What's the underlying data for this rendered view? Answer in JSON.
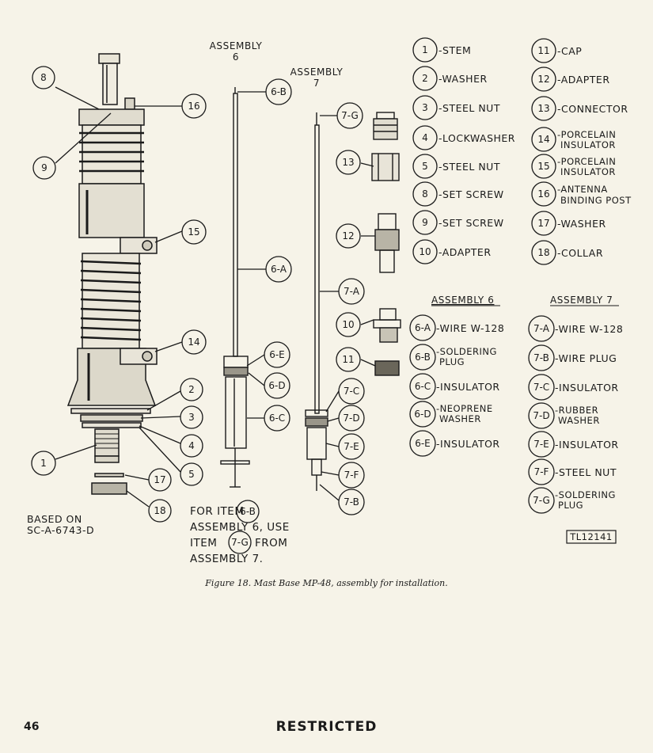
{
  "parts_list": {
    "left": [
      {
        "num": "1",
        "name": "-STEM"
      },
      {
        "num": "2",
        "name": "-WASHER"
      },
      {
        "num": "3",
        "name": "-STEEL NUT"
      },
      {
        "num": "4",
        "name": "-LOCKWASHER"
      },
      {
        "num": "5",
        "name": "-STEEL NUT"
      },
      {
        "num": "8",
        "name": "-SET SCREW"
      },
      {
        "num": "9",
        "name": "-SET SCREW"
      },
      {
        "num": "10",
        "name": "-ADAPTER"
      }
    ],
    "right": [
      {
        "num": "11",
        "name": "-CAP"
      },
      {
        "num": "12",
        "name": "-ADAPTER"
      },
      {
        "num": "13",
        "name": "-CONNECTOR"
      },
      {
        "num": "14",
        "name": "-PORCELAIN",
        "name2": "INSULATOR"
      },
      {
        "num": "15",
        "name": "-PORCELAIN",
        "name2": "INSULATOR"
      },
      {
        "num": "16",
        "name": "-ANTENNA",
        "name2": "BINDING POST"
      },
      {
        "num": "17",
        "name": "-WASHER"
      },
      {
        "num": "18",
        "name": "-COLLAR"
      }
    ]
  },
  "assembly6": {
    "heading": "ASSEMBLY 6",
    "items": [
      {
        "num": "6-A",
        "name": "-WIRE W-128"
      },
      {
        "num": "6-B",
        "name": "-SOLDERING",
        "name2": "PLUG"
      },
      {
        "num": "6-C",
        "name": "-INSULATOR"
      },
      {
        "num": "6-D",
        "name": "-NEOPRENE",
        "name2": "WASHER"
      },
      {
        "num": "6-E",
        "name": "-INSULATOR"
      }
    ]
  },
  "assembly7": {
    "heading": "ASSEMBLY 7",
    "items": [
      {
        "num": "7-A",
        "name": "-WIRE W-128"
      },
      {
        "num": "7-B",
        "name": "-WIRE PLUG"
      },
      {
        "num": "7-C",
        "name": "-INSULATOR"
      },
      {
        "num": "7-D",
        "name": "-RUBBER",
        "name2": "WASHER"
      },
      {
        "num": "7-E",
        "name": "-INSULATOR"
      },
      {
        "num": "7-F",
        "name": "-STEEL NUT"
      },
      {
        "num": "7-G",
        "name": "-SOLDERING",
        "name2": "PLUG"
      }
    ]
  },
  "drawing": {
    "assembly6_title": "ASSEMBLY",
    "assembly6_num": "6",
    "assembly7_title": "ASSEMBLY",
    "assembly7_num": "7",
    "callouts": [
      "8",
      "9",
      "16",
      "15",
      "14",
      "2",
      "3",
      "4",
      "5",
      "1",
      "17",
      "18",
      "6-B",
      "6-A",
      "6-E",
      "6-D",
      "6-C",
      "7-G",
      "13",
      "12",
      "7-A",
      "10",
      "11",
      "7-C",
      "7-D",
      "7-E",
      "7-F",
      "7-B"
    ]
  },
  "notes": {
    "based_on_line1": "BASED ON",
    "based_on_line2": "SC-A-6743-D",
    "for_item_line1_a": "FOR ITEM",
    "for_item_ref1": "6-B",
    "for_item_line2": "ASSEMBLY 6, USE",
    "for_item_line3_a": "ITEM",
    "for_item_ref2": "7-G",
    "for_item_line3_b": "FROM",
    "for_item_line4": "ASSEMBLY 7.",
    "drawing_number": "TL12141"
  },
  "caption": "Figure 18. Mast Base MP-48, assembly for installation.",
  "footer": {
    "page_number": "46",
    "classification": "RESTRICTED"
  }
}
